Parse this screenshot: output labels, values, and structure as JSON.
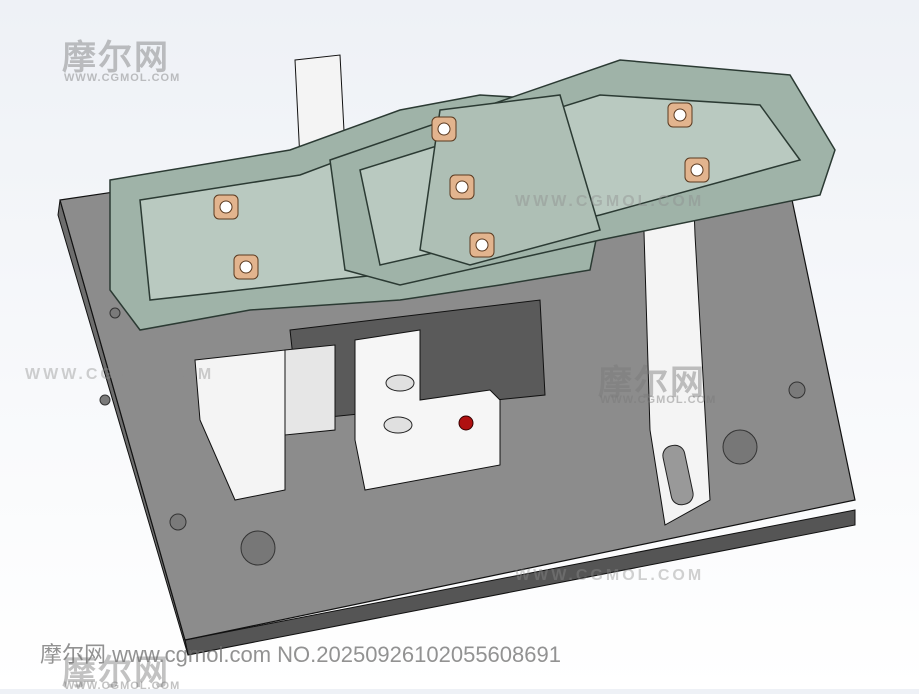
{
  "watermarks": {
    "brand_cn": "摩尔网",
    "brand_url": "WWW.CGMOL.COM"
  },
  "caption": "摩尔网 www.cgmol.com NO.20250926102055608691",
  "colors": {
    "plate": "#8c8c8c",
    "frame": "#9fb3a8",
    "nut": "#e2b48e",
    "pin": "#b01010"
  }
}
